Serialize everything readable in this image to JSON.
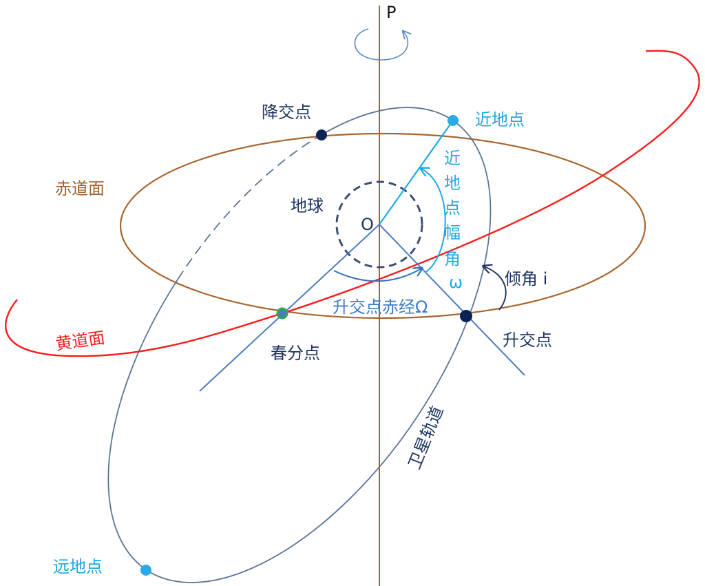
{
  "title": "卫星轨道根数示意图",
  "labels": {
    "pole": "P",
    "descending_node": "降交点",
    "perigee": "近地点",
    "equator_plane": "赤道面",
    "earth": "地球",
    "origin": "O",
    "argument_of_perigee": [
      "近",
      "地",
      "点",
      "幅",
      "角",
      "ω"
    ],
    "inclination": "倾角 i",
    "raan": "升交点赤经Ω",
    "ecliptic_plane": "黄道面",
    "vernal_equinox": "春分点",
    "ascending_node": "升交点",
    "satellite_orbit": "卫星轨道",
    "apogee": "远地点"
  },
  "colors": {
    "axis": "#a0643a",
    "equator": "#a8642a",
    "ecliptic": "#ff1a1a",
    "orbit": "#5a7398",
    "navy": "#1e3564",
    "light_blue": "#1fa8e6",
    "mid_blue": "#3d7cc4",
    "node_dot": "#0b2255",
    "vernal_ring": "#2eaa4a"
  }
}
